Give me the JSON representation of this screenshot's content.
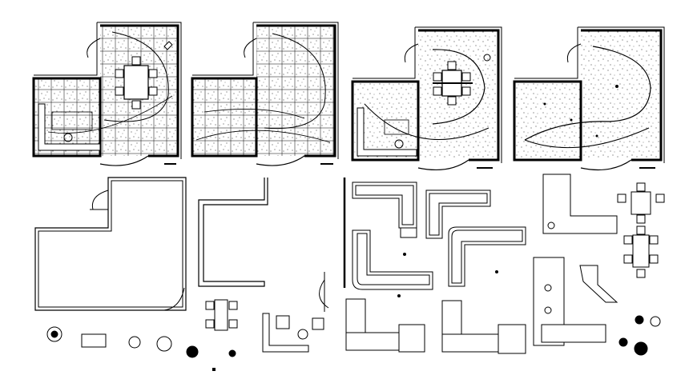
{
  "drawing": {
    "colors": {
      "line": "#000000",
      "background": "#ffffff",
      "hatch": "#000000"
    },
    "plans": [
      "furnished-tiled-floor-plan",
      "tiled-floor-plan",
      "furnished-ceiling-plan",
      "ceiling-plan",
      "empty-room-outline",
      "partial-wall-outline"
    ],
    "furniture_blocks": [
      "l-shaped-sofa",
      "dining-table-set",
      "desk-with-chair",
      "planters",
      "rug"
    ]
  }
}
